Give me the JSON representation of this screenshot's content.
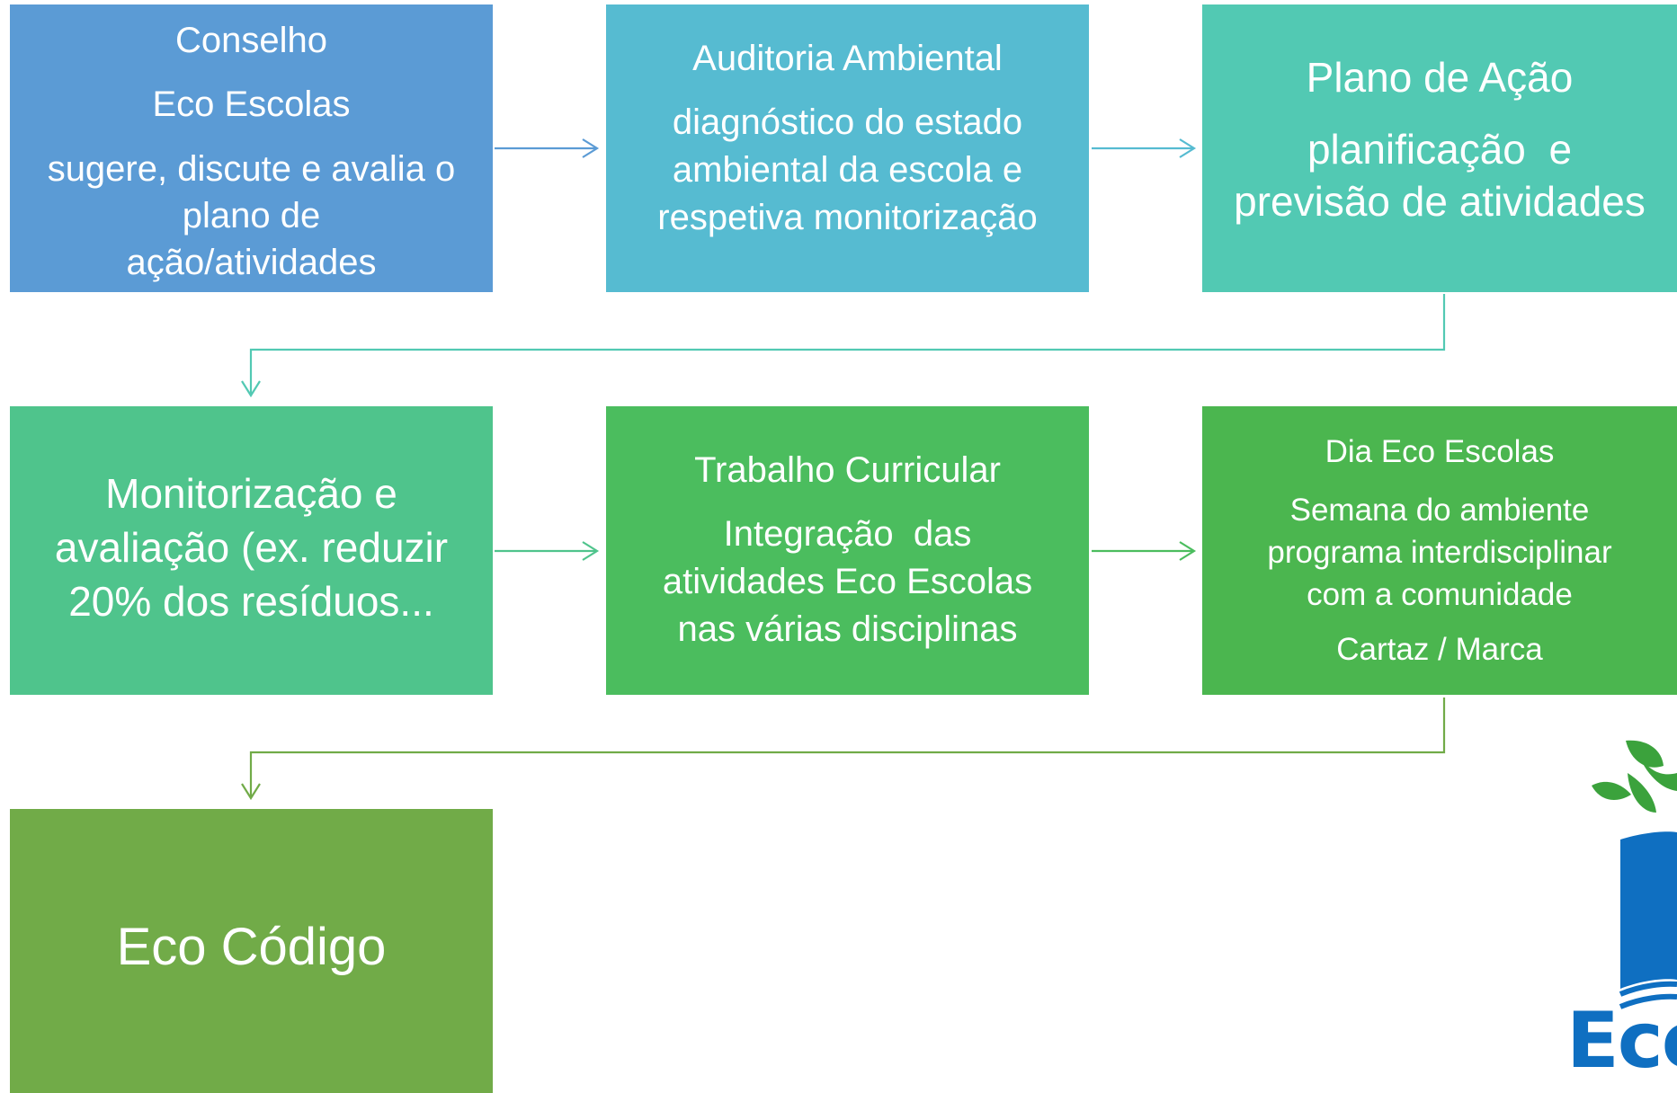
{
  "colors": {
    "conselho": "#5b9bd5",
    "auditoria": "#56bbd1",
    "plano": "#52c9b3",
    "monitorizacao": "#4fc48c",
    "trabalho": "#4bbd5e",
    "dia": "#4bb64f",
    "codigo": "#71ab48",
    "arrow_blue": "#5b9bd5",
    "arrow_teal": "#52c9b3",
    "arrow_green": "#4fc48c",
    "arrow_olive": "#71ab48",
    "logo_blue": "#0f6fc1",
    "logo_green": "#3ba23c"
  },
  "boxes": {
    "conselho": {
      "title": "Conselho",
      "subtitle": "Eco Escolas",
      "body_1": "sugere, discute e avalia o",
      "body_2": "plano de",
      "body_3": "ação/atividades"
    },
    "auditoria": {
      "title": "Auditoria Ambiental",
      "body_1": "diagnóstico do estado",
      "body_2": "ambiental da escola e",
      "body_3": "respetiva monitorização"
    },
    "plano": {
      "title": "Plano de Ação",
      "body_1": "planificação  e",
      "body_2": "previsão de atividades"
    },
    "monitorizacao": {
      "body_1": "Monitorização e",
      "body_2": "avaliação (ex. reduzir",
      "body_3": "20% dos resíduos..."
    },
    "trabalho": {
      "title": "Trabalho Curricular",
      "body_1": "Integração  das",
      "body_2": "atividades Eco Escolas",
      "body_3": "nas várias disciplinas"
    },
    "dia": {
      "title": "Dia Eco Escolas",
      "body_1": "Semana do ambiente",
      "body_2": "programa interdisciplinar",
      "body_3": "com a comunidade",
      "body_4": "Cartaz / Marca"
    },
    "codigo": {
      "title": "Eco Código"
    }
  },
  "logo": {
    "text": "Eco"
  }
}
